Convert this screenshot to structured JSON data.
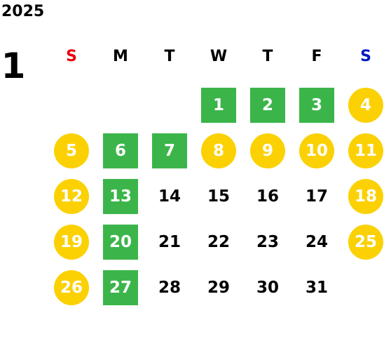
{
  "calendar": {
    "year": "2025",
    "month": "1",
    "colors": {
      "sunday": "#e8000b",
      "saturday": "#0019c8",
      "weekday": "#000000",
      "holiday_circle": "#fbd104",
      "highlight_square": "#3bb54a",
      "marked_text": "#ffffff"
    },
    "weekdays": [
      {
        "label": "S",
        "kind": "sunday"
      },
      {
        "label": "M",
        "kind": "weekday"
      },
      {
        "label": "T",
        "kind": "weekday"
      },
      {
        "label": "W",
        "kind": "weekday"
      },
      {
        "label": "T",
        "kind": "weekday"
      },
      {
        "label": "F",
        "kind": "weekday"
      },
      {
        "label": "S",
        "kind": "saturday"
      }
    ],
    "first_weekday_column": 3,
    "days": [
      {
        "day": "1",
        "mark": "square"
      },
      {
        "day": "2",
        "mark": "square"
      },
      {
        "day": "3",
        "mark": "square"
      },
      {
        "day": "4",
        "mark": "circle"
      },
      {
        "day": "5",
        "mark": "circle"
      },
      {
        "day": "6",
        "mark": "square"
      },
      {
        "day": "7",
        "mark": "square"
      },
      {
        "day": "8",
        "mark": "circle"
      },
      {
        "day": "9",
        "mark": "circle"
      },
      {
        "day": "10",
        "mark": "circle"
      },
      {
        "day": "11",
        "mark": "circle"
      },
      {
        "day": "12",
        "mark": "circle"
      },
      {
        "day": "13",
        "mark": "square"
      },
      {
        "day": "14",
        "mark": "none"
      },
      {
        "day": "15",
        "mark": "none"
      },
      {
        "day": "16",
        "mark": "none"
      },
      {
        "day": "17",
        "mark": "none"
      },
      {
        "day": "18",
        "mark": "circle"
      },
      {
        "day": "19",
        "mark": "circle"
      },
      {
        "day": "20",
        "mark": "square"
      },
      {
        "day": "21",
        "mark": "none"
      },
      {
        "day": "22",
        "mark": "none"
      },
      {
        "day": "23",
        "mark": "none"
      },
      {
        "day": "24",
        "mark": "none"
      },
      {
        "day": "25",
        "mark": "circle"
      },
      {
        "day": "26",
        "mark": "circle"
      },
      {
        "day": "27",
        "mark": "square"
      },
      {
        "day": "28",
        "mark": "none"
      },
      {
        "day": "29",
        "mark": "none"
      },
      {
        "day": "30",
        "mark": "none"
      },
      {
        "day": "31",
        "mark": "none"
      }
    ]
  }
}
